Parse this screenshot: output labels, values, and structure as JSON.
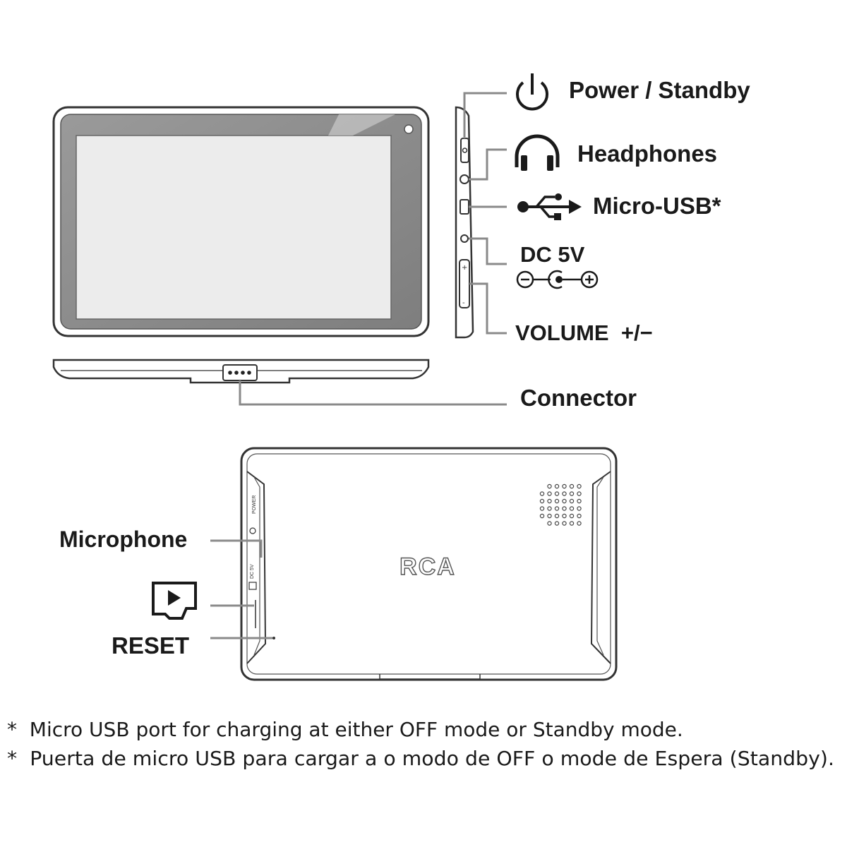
{
  "callouts": {
    "power": "Power / Standby",
    "headphones": "Headphones",
    "micro_usb": "Micro-USB*",
    "dc_5v": "DC 5V",
    "volume": "VOLUME  +/−",
    "connector": "Connector",
    "microphone": "Microphone",
    "reset": "RESET"
  },
  "back_panel": {
    "brand": "RCA",
    "side_power": "POWER",
    "side_dc": "DC 5V"
  },
  "footnotes": [
    "*  Micro USB port for charging at either OFF mode or Standby mode.",
    "*  Puerta de micro USB para cargar a o modo de OFF o mode de Espera (Standby)."
  ],
  "icons": [
    "power-icon",
    "headphones-icon",
    "usb-icon",
    "dc-polarity-icon",
    "microsd-card-icon"
  ],
  "colors": {
    "ink": "#1a1a1a",
    "leader": "#8a8a8a",
    "bezel": "#8f8f8f",
    "screen": "#ececec"
  }
}
